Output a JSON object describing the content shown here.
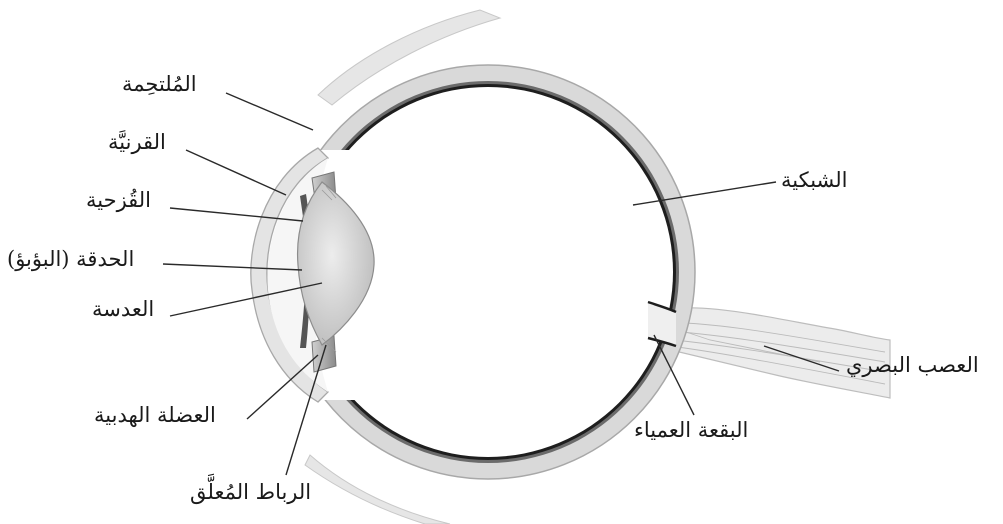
{
  "labels": {
    "conjunctiva": "المُلتحِمة",
    "cornea": "القرنيَّة",
    "iris": "القُزحية",
    "pupil": "الحدقة (البؤبؤ)",
    "lens": "العدسة",
    "ciliary_muscle": "العضلة الهدبية",
    "suspensory_ligament": "الرباط المُعلَّق",
    "retina": "الشبكية",
    "optic_nerve": "العصب البصري",
    "blind_spot": "البقعة العمياء"
  },
  "colors": {
    "sclera": "#d9d9d9",
    "sclera_edge": "#b5b5b5",
    "choroid": "#6b6b6b",
    "retina": "#1e1e1e",
    "lens": "#cfcfcf",
    "iris": "#555555",
    "leader_line": "#2a2a2a"
  }
}
